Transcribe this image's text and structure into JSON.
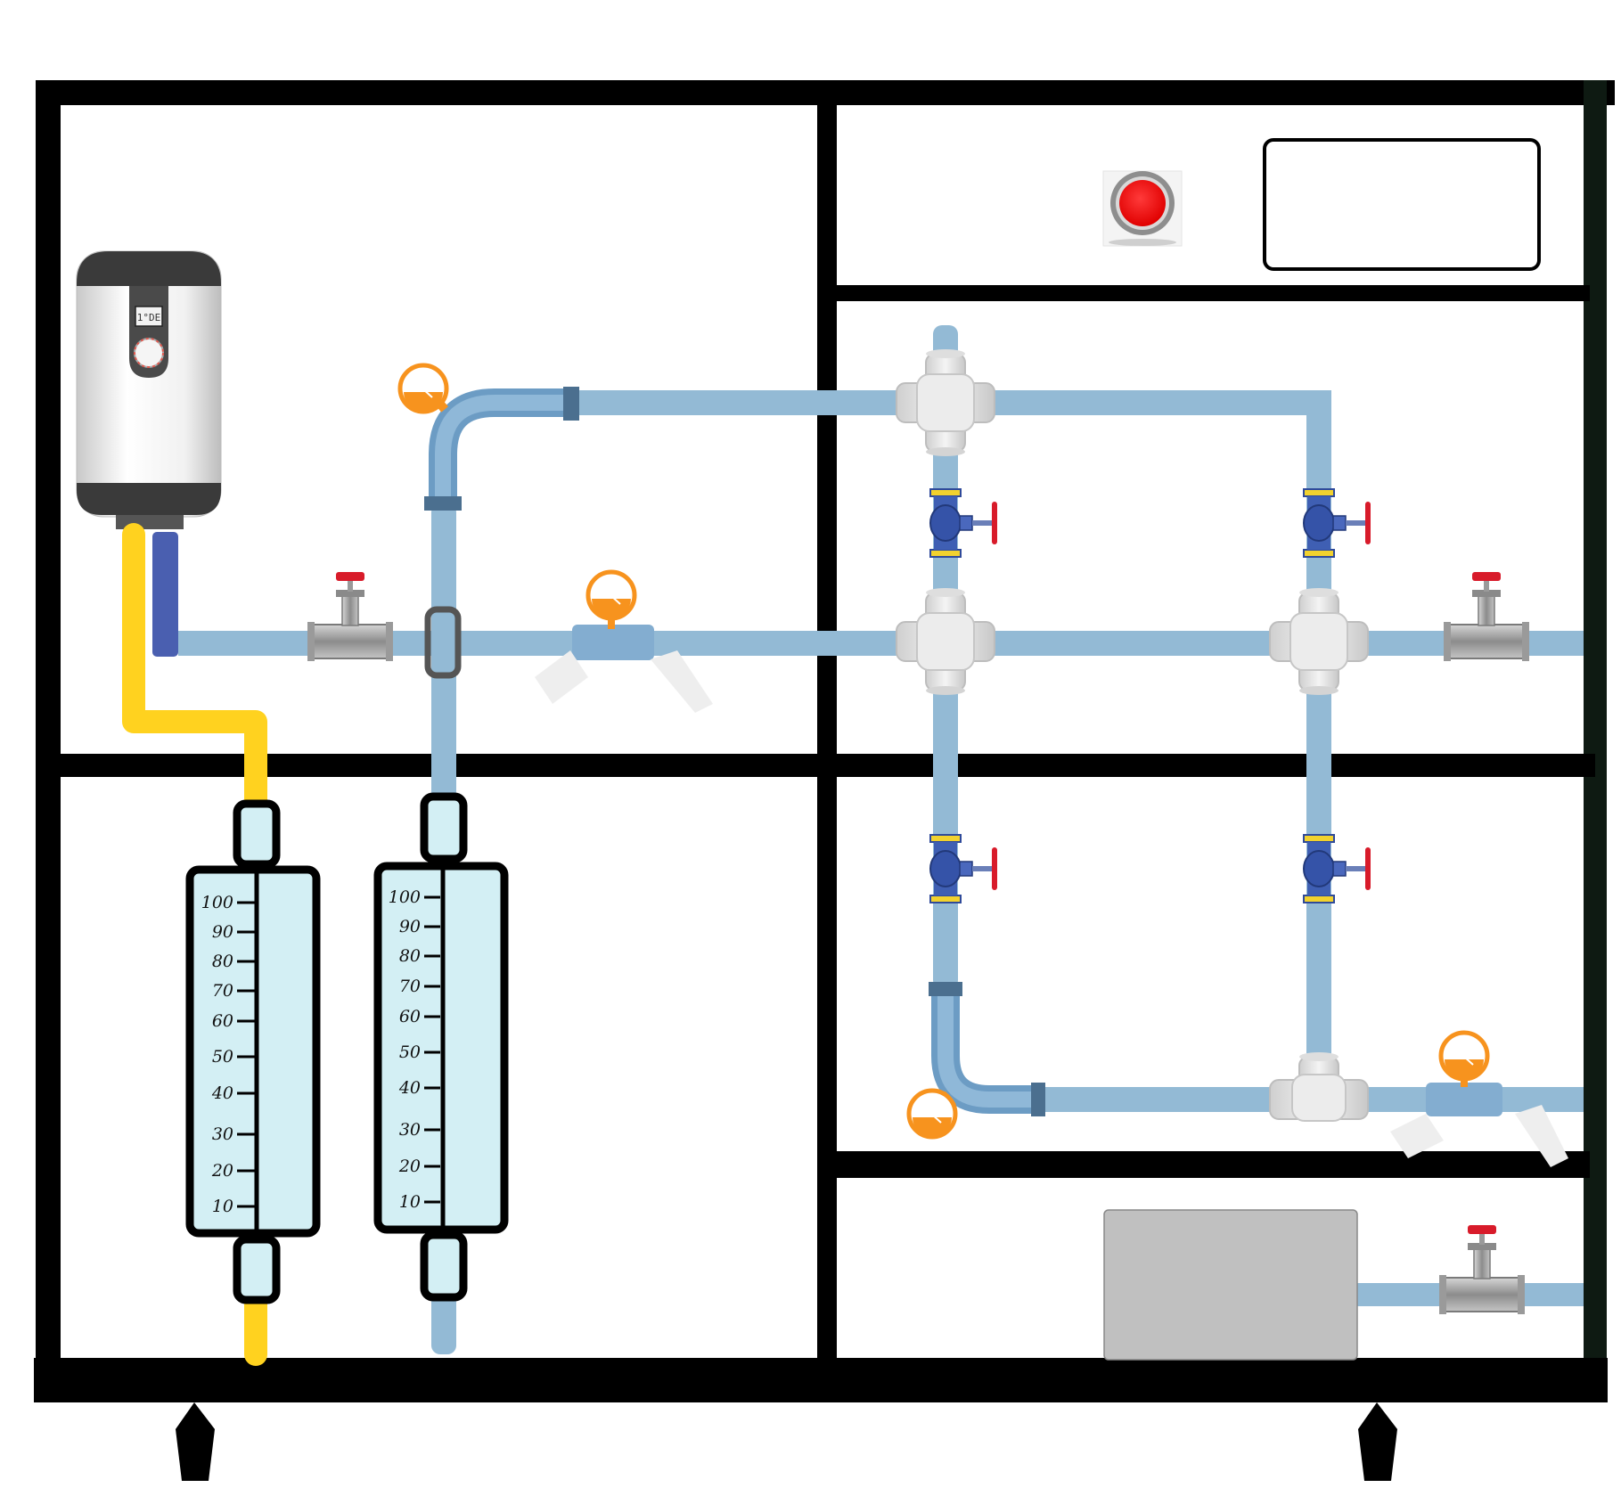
{
  "heater": {
    "display_text": "1°DE"
  },
  "control_panel": {
    "display_screen_text": "",
    "stop_button_color": "#ff0000"
  },
  "flowmeter_left": {
    "scale": [
      "100",
      "90",
      "80",
      "70",
      "60",
      "50",
      "40",
      "30",
      "20",
      "10"
    ]
  },
  "flowmeter_right": {
    "scale": [
      "100",
      "90",
      "80",
      "70",
      "60",
      "50",
      "40",
      "30",
      "20",
      "10"
    ]
  },
  "colors": {
    "hot_line": "#ffd21f",
    "cold_line": "#4a5fb0",
    "pipe": "#93bad5",
    "frame": "#000000",
    "gauge": "#f7931e",
    "valve_handle": "#d81b2a",
    "tank": "#c0c0c0"
  }
}
